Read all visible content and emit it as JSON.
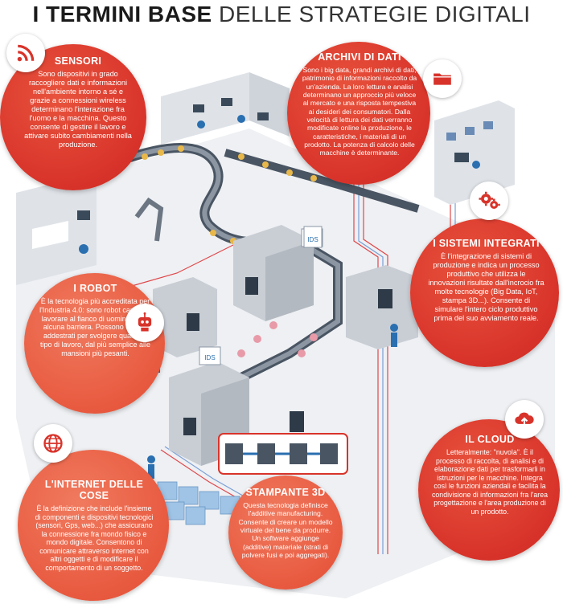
{
  "title": {
    "bold": "I TERMINI BASE",
    "rest": "DELLE STRATEGIE DIGITALI"
  },
  "colors": {
    "accent": "#d8332a",
    "accent_light": "#e85a40",
    "scene_gray": "#d7dbe0"
  },
  "bubbles": {
    "sensori": {
      "title": "SENSORI",
      "icon": "rss-icon",
      "text": "Sono dispositivi in grado raccogliere dati e informazioni nell'ambiente intorno a sé e grazie a connessioni wireless determinano l'interazione fra l'uomo e la macchina. Questo consente di gestire il lavoro e attivare subito cambiamenti nella produzione."
    },
    "archivi": {
      "title": "ARCHIVI DI DATI",
      "icon": "folder-icon",
      "text": "Sono i big data, grandi archivi di dati, patrimonio di informazioni raccolto da un'azienda. La loro lettura e analisi determinano un approccio più veloce al mercato e una risposta tempestiva ai desideri dei consumatori. Dalla velocità di lettura dei dati verranno modificate online la produzione, le caratteristiche, i materiali di un prodotto. La potenza di calcolo delle macchine è determinante."
    },
    "sistemi": {
      "title": "I SISTEMI INTEGRATI",
      "icon": "gears-icon",
      "text": "È l'integrazione di sistemi di produzione e indica un processo produttivo che utilizza le innovazioni risultate dall'incrocio fra molte tecnologie (Big Data, IoT, stampa 3D...). Consente di simulare l'intero ciclo produttivo prima del suo avviamento reale."
    },
    "robot": {
      "title": "I ROBOT",
      "icon": "robot-icon",
      "text": "È la tecnologia più accreditata per l'Industria 4.0: sono robot capaci di lavorare al fianco di uomini senza alcuna barriera. Possono essere addestrati per svolgere qualsiasi tipo di lavoro, dal più semplice alle mansioni più pesanti."
    },
    "internet": {
      "title": "L'INTERNET DELLE COSE",
      "icon": "globe-icon",
      "text": "È la definizione che include l'insieme di componenti e dispositivi tecnologici (sensori, Gps, web...) che assicurano la connessione fra mondo fisico e mondo digitale. Consentono di comunicare attraverso internet con altri oggetti e di modificare il comportamento di un soggetto."
    },
    "stampante": {
      "title": "STAMPANTE 3D",
      "text": "Questa tecnologia definisce l'additive manufacturing. Consente di creare un modello virtuale del bene da produrre. Un software aggiunge (additive) materiale (strati di polvere fusi e poi aggregati)."
    },
    "cloud": {
      "title": "IL CLOUD",
      "icon": "cloud-upload-icon",
      "text": "Letteralmente: \"nuvola\". È il processo di raccolta, di analisi e di elaborazione dati per trasformarli in istruzioni per le macchine. Integra così le funzioni aziendali e facilita la condivisione di informazioni fra l'area progettazione e l'area produzione di un prodotto."
    }
  },
  "machine_labels": {
    "ids_top": "IDS",
    "ids_mid": "IDS"
  }
}
